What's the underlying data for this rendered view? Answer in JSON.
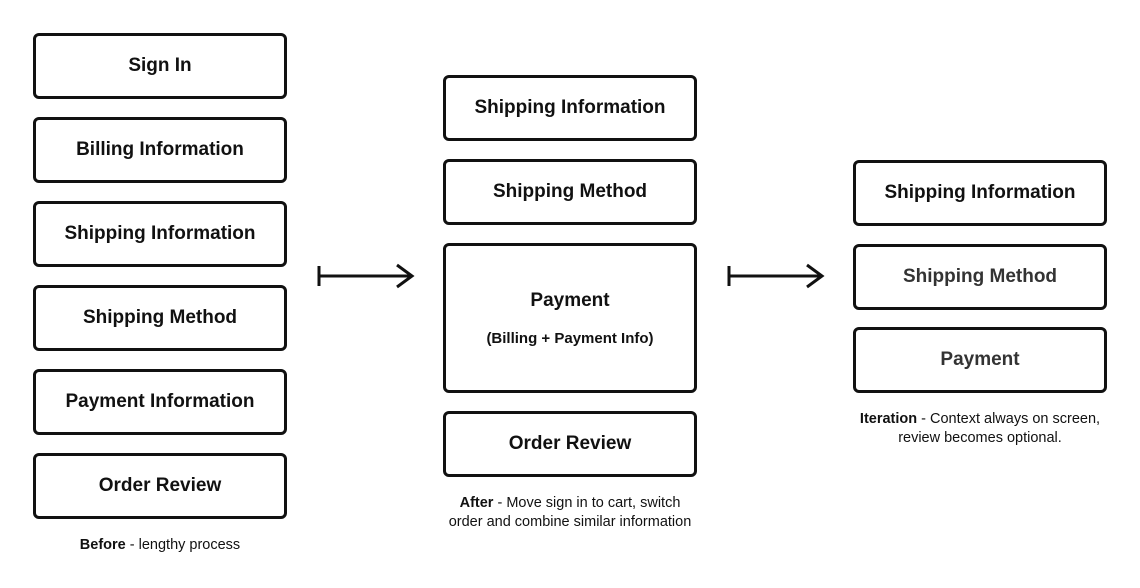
{
  "before": {
    "steps": [
      "Sign In",
      "Billing Information",
      "Shipping Information",
      "Shipping Method",
      "Payment Information",
      "Order Review"
    ],
    "caption_bold": "Before",
    "caption_text": " - lengthy process"
  },
  "after": {
    "steps": [
      "Shipping Information",
      "Shipping Method",
      "Payment",
      "Order Review"
    ],
    "payment_sub": "(Billing + Payment Info)",
    "caption_bold": "After",
    "caption_line1": " - Move sign in to cart, switch",
    "caption_line2": "order and combine similar  information"
  },
  "iteration": {
    "steps": [
      "Shipping Information",
      "Shipping Method",
      "Payment"
    ],
    "caption_bold": "Iteration",
    "caption_line1": " - Context always on screen,",
    "caption_line2": "review becomes optional."
  }
}
